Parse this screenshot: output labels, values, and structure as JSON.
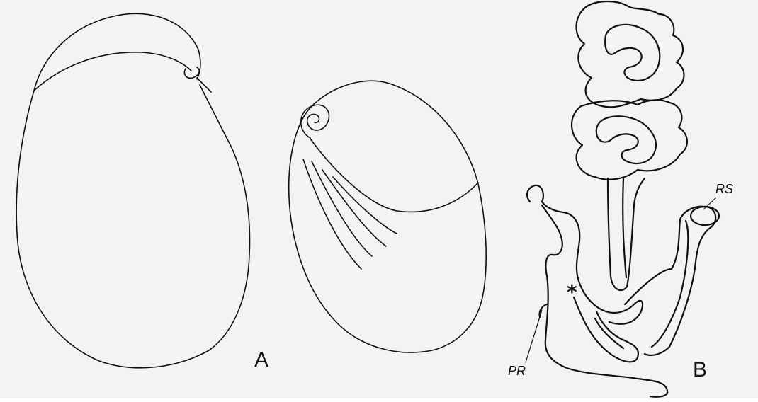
{
  "figure": {
    "panel_a_label": "A",
    "panel_b_label": "B",
    "abbr_rs": "RS",
    "abbr_pr": "PR",
    "marker": "*"
  },
  "colors": {
    "background": "#f3f3f3",
    "ink": "#111111"
  }
}
